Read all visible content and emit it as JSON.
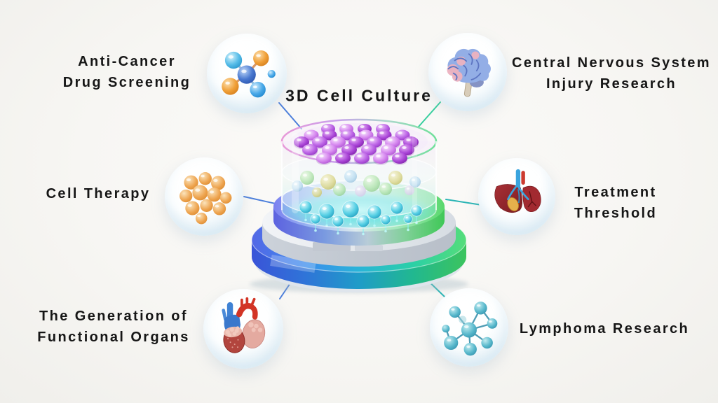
{
  "center": {
    "label": "3D Cell Culture"
  },
  "nodes": [
    {
      "id": "anti-cancer",
      "label_lines": [
        "Anti-Cancer",
        "Drug Screening"
      ],
      "icon": "molecule-icon"
    },
    {
      "id": "cns",
      "label_lines": [
        "Central Nervous System",
        "Injury Research"
      ],
      "icon": "brain-icon"
    },
    {
      "id": "cell-therapy",
      "label_lines": [
        "Cell Therapy"
      ],
      "icon": "cell-cluster-icon"
    },
    {
      "id": "treatment",
      "label_lines": [
        "Treatment",
        "Threshold"
      ],
      "icon": "liver-icon"
    },
    {
      "id": "organs",
      "label_lines": [
        "The Generation of",
        "Functional Organs"
      ],
      "icon": "heart-organ-icon"
    },
    {
      "id": "lymphoma",
      "label_lines": [
        "Lymphoma Research"
      ],
      "icon": "molecule-network-icon"
    }
  ],
  "colors": {
    "background": "#f6f5f2",
    "text": "#161616",
    "line_blue": "#4d7fdb",
    "line_green": "#38cf9e",
    "line_teal": "#2bb5b5",
    "base_blue": "#3c68e8",
    "base_green": "#4ad873",
    "top_cells_purple": "#b44fe0",
    "bottom_cells_teal": "#35c8e0"
  }
}
